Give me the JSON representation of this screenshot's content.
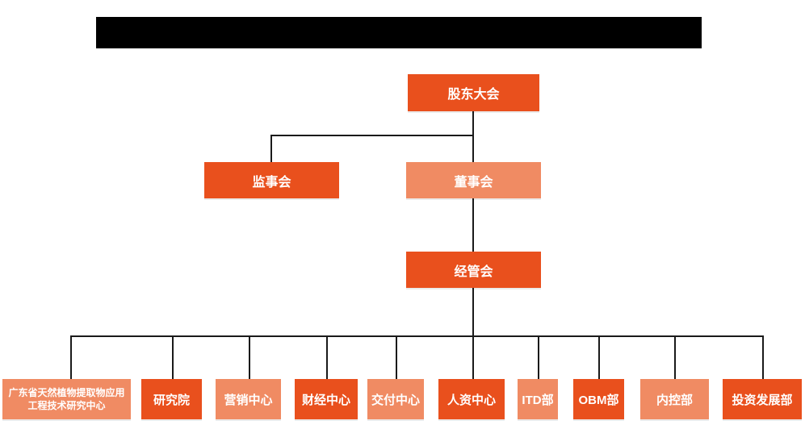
{
  "header": {
    "redacted_title": ""
  },
  "colors": {
    "solid": "#E9501D",
    "light": "#F08B63",
    "line": "#1A1A1A",
    "redaction": "#000000",
    "text": "#FFFFFF"
  },
  "chart_data": {
    "type": "org-chart",
    "levels": [
      [
        "股东大会"
      ],
      [
        "监事会",
        "董事会"
      ],
      [
        "经管会"
      ],
      [
        "广东省天然植物提取物应用工程技术研究中心",
        "研究院",
        "营销中心",
        "财经中心",
        "交付中心",
        "人资中心",
        "ITD部",
        "OBM部",
        "内控部",
        "投资发展部"
      ]
    ],
    "edges": [
      [
        "股东大会",
        "监事会"
      ],
      [
        "股东大会",
        "董事会"
      ],
      [
        "董事会",
        "经管会"
      ],
      [
        "经管会",
        "广东省天然植物提取物应用工程技术研究中心"
      ],
      [
        "经管会",
        "研究院"
      ],
      [
        "经管会",
        "营销中心"
      ],
      [
        "经管会",
        "财经中心"
      ],
      [
        "经管会",
        "交付中心"
      ],
      [
        "经管会",
        "人资中心"
      ],
      [
        "经管会",
        "ITD部"
      ],
      [
        "经管会",
        "OBM部"
      ],
      [
        "经管会",
        "内控部"
      ],
      [
        "经管会",
        "投资发展部"
      ]
    ]
  },
  "nodes": {
    "shareholders": {
      "label": "股东大会"
    },
    "supervisors": {
      "label": "监事会"
    },
    "directors": {
      "label": "董事会"
    },
    "management": {
      "label": "经管会"
    },
    "research_center": {
      "label": "广东省天然植物提取物应用工程技术研究中心"
    },
    "research_institute": {
      "label": "研究院"
    },
    "marketing": {
      "label": "营销中心"
    },
    "finance": {
      "label": "财经中心"
    },
    "delivery": {
      "label": "交付中心"
    },
    "hr": {
      "label": "人资中心"
    },
    "itd": {
      "label": "ITD部"
    },
    "obm": {
      "label": "OBM部"
    },
    "internal_control": {
      "label": "内控部"
    },
    "investment": {
      "label": "投资发展部"
    }
  }
}
